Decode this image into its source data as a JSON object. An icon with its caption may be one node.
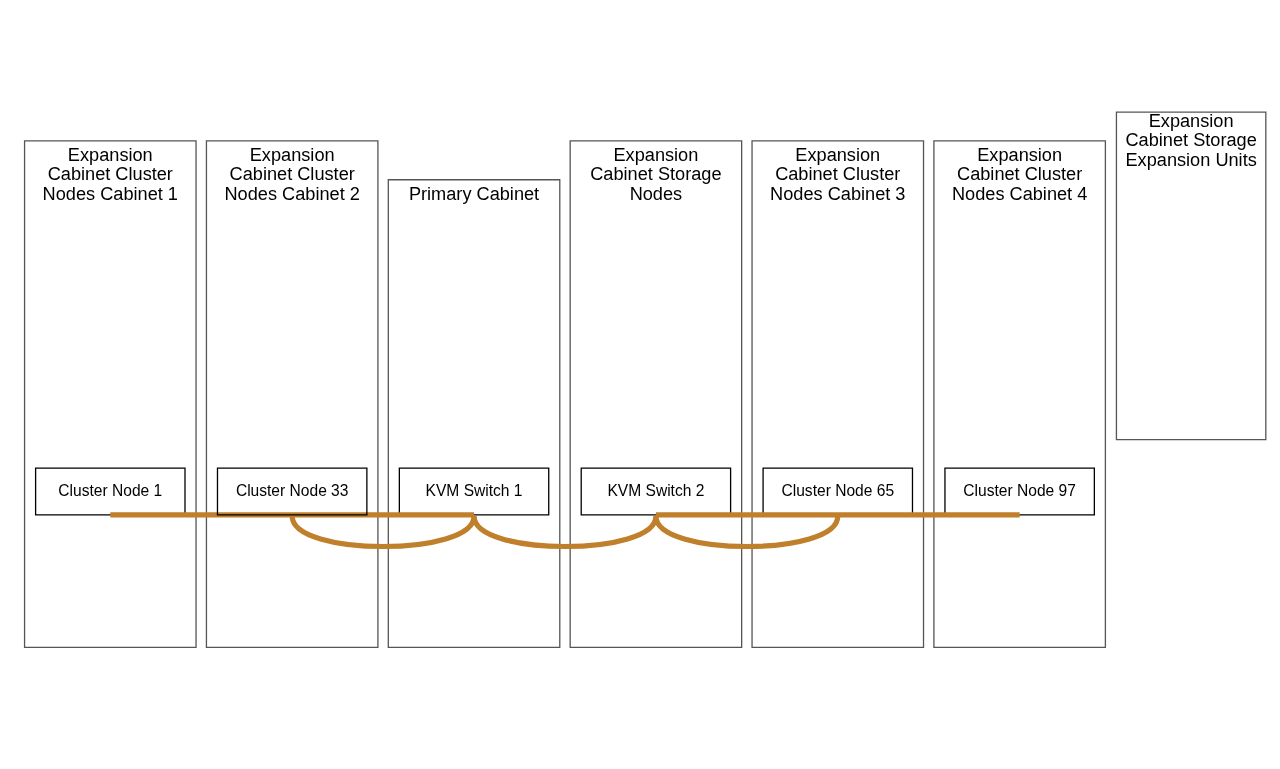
{
  "diagram": {
    "nodes": [
      {
        "text": [
          "Expansion Cabinet Cluster Nodes Cabinet 1"
        ]
      },
      {
        "text": [
          "Expansion Cabinet Cluster Nodes Cabinet 2"
        ]
      },
      {
        "text": [
          "Primary Cabinet"
        ]
      },
      {
        "text": [
          "Expansion Cabinet Storage Nodes"
        ]
      },
      {
        "text": [
          "Expansion Cabinet Cluster Nodes Cabinet 3"
        ]
      },
      {
        "text": [
          "Expansion Cabinet Cluster Nodes Cabinet 4"
        ]
      },
      {
        "text": [
          "Expansion Cabinet Storage Expansion Units"
        ]
      },
      {
        "text": [
          "Cluster Node 1"
        ],
        "in": 0
      },
      {
        "text": [
          "Cluster Node 33"
        ],
        "in": 1
      },
      {
        "text": [
          "KVM Switch 1"
        ],
        "in": 2
      },
      {
        "text": [
          "KVM Switch 2"
        ],
        "in": 3
      },
      {
        "text": [
          "Cluster Node 65"
        ],
        "in": 4
      },
      {
        "text": [
          "Cluster Node 97"
        ],
        "in": 5
      }
    ],
    "edges": [
      {
        "from": 7,
        "to": 9,
        "arrow": "none",
        "color": "#c07f2a"
      },
      {
        "from": 8,
        "to": 9,
        "arrow": "none",
        "color": "#c07f2a"
      },
      {
        "from": 9,
        "to": 10,
        "arrow": "none",
        "color": "#c07f2a"
      },
      {
        "from": 10,
        "to": 11,
        "arrow": "none",
        "color": "#c07f2a"
      },
      {
        "from": 10,
        "to": 12,
        "arrow": "none",
        "color": "#c07f2a"
      }
    ]
  }
}
